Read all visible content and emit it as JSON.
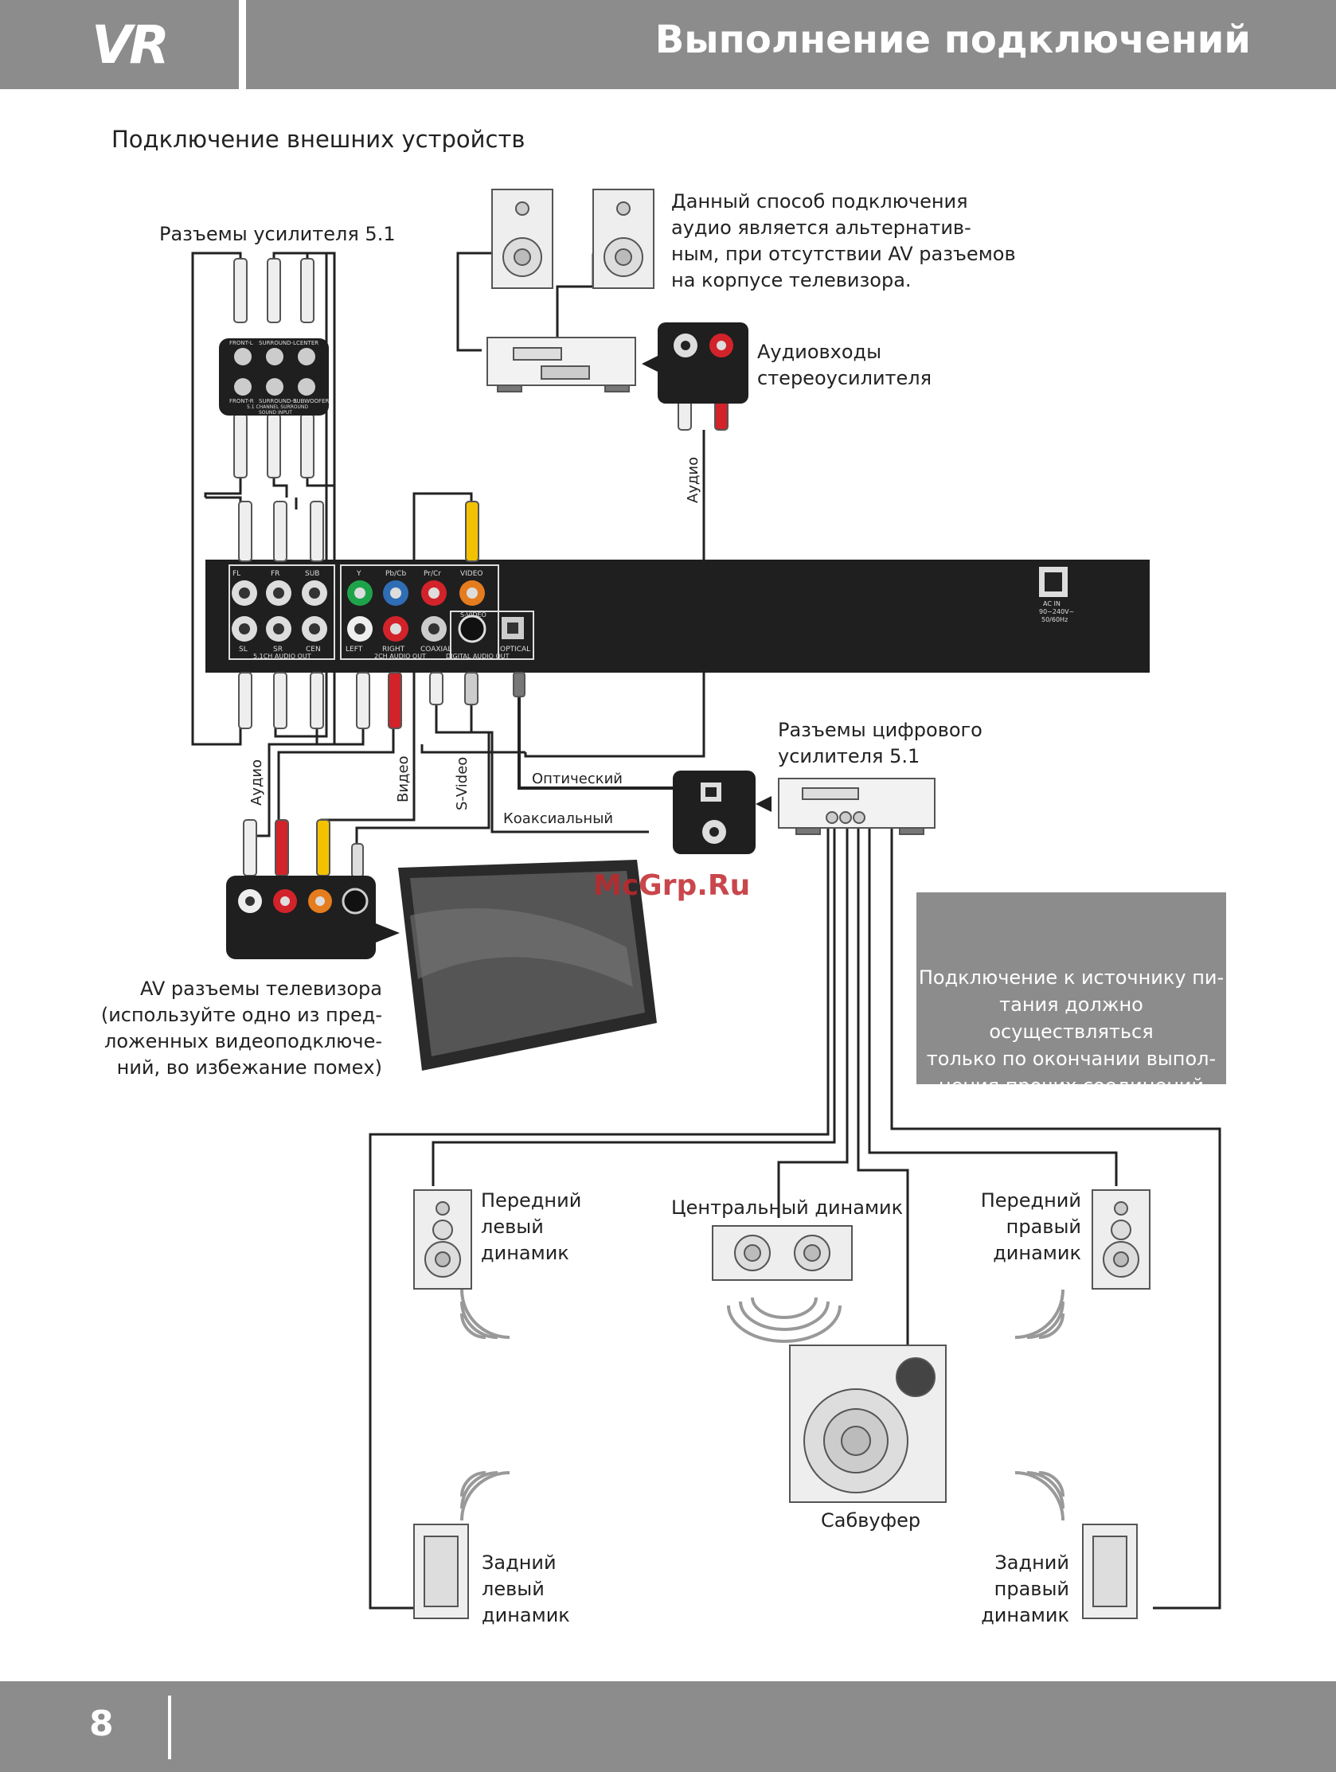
{
  "header": {
    "logo": "VR",
    "title": "Выполнение подключений"
  },
  "subtitle": "Подключение внешних устройств",
  "labels": {
    "amp51": "Разъемы усилителя 5.1",
    "alt_note": [
      "Данный способ подключения",
      "аудио является альтернатив-",
      "ным, при отсутствии AV разъемов",
      "на корпусе телевизора."
    ],
    "stereo_inputs": [
      "Аудиовходы",
      "стереоусилителя"
    ],
    "digital_amp": [
      "Разъемы цифрового",
      "усилителя 5.1"
    ],
    "optical": "Оптический",
    "coaxial": "Коаксиальный",
    "audio_v1": "Аудио",
    "audio_v2": "Аудио",
    "video_v": "Видео",
    "svideo_v": "S-Video",
    "tv_av": [
      "AV разъемы телевизора",
      "(используйте одно из пред-",
      "ложенных видеоподключе-",
      "ний, во избежание помех)"
    ],
    "front_left": [
      "Передний",
      "левый",
      "динамик"
    ],
    "center": "Центральный динамик",
    "front_right": [
      "Передний",
      "правый",
      "динамик"
    ],
    "subwoofer": "Сабвуфер",
    "rear_left": [
      "Задний",
      "левый",
      "динамик"
    ],
    "rear_right": [
      "Задний",
      "правый",
      "динамик"
    ]
  },
  "warning": {
    "icon": "warning-triangle-icon",
    "text": [
      "Подключение к источнику пи-",
      "тания должно осуществляться",
      "только по окончании выпол-",
      "нения прочих соединений"
    ]
  },
  "panel": {
    "ch51": [
      "FL",
      "FR",
      "SUB",
      "SL",
      "SR",
      "CEN"
    ],
    "ch51_caption": "5.1CH AUDIO OUT",
    "component": [
      "Y",
      "Pb/Cb",
      "Pr/Cr",
      "VIDEO"
    ],
    "stereo": [
      "LEFT",
      "RIGHT",
      "COAXIAL",
      "S-VIDEO",
      "OPTICAL"
    ],
    "stereo_caption": "2CH AUDIO OUT",
    "digital_caption": "DIGITAL AUDIO OUT",
    "ac_in": [
      "AC IN",
      "90~240V~",
      "50/60Hz"
    ]
  },
  "amp_box": {
    "top": [
      "FRONT-L",
      "SURROUND-L",
      "CENTER"
    ],
    "bottom": [
      "FRONT-R",
      "SURROUND-R",
      "SUBWOOFER"
    ],
    "caption": [
      "5.1 CHANNEL SURROUND",
      "SOUND INPUT"
    ]
  },
  "watermark": "McGrp.Ru",
  "footer": {
    "page": "8"
  },
  "colors": {
    "grey": "#8c8c8c",
    "panel": "#1f1f1f",
    "red": "#d2232a",
    "yellow": "#f2c200",
    "green": "#1fa34a",
    "blue": "#2f6db5",
    "orange": "#e57c1e"
  }
}
